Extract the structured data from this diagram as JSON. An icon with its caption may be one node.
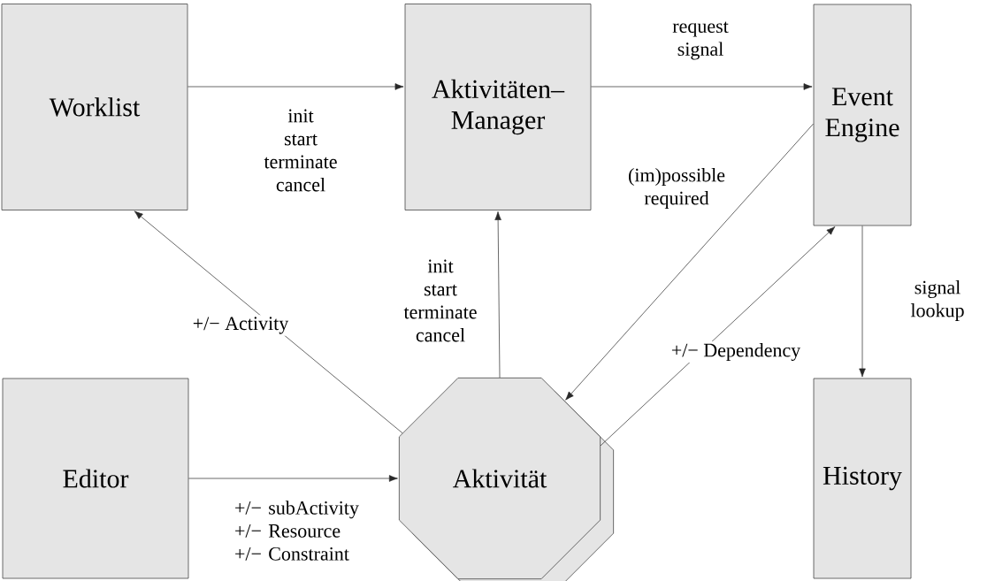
{
  "diagram": {
    "nodes": [
      {
        "text": [
          "Worklist"
        ]
      },
      {
        "text": [
          "Aktivitäten– Manager"
        ]
      },
      {
        "text": [
          "Event Engine"
        ]
      },
      {
        "text": [
          "Editor"
        ]
      },
      {
        "text": [
          "Aktivität"
        ]
      },
      {
        "text": [
          "History"
        ]
      }
    ],
    "edges": [
      {
        "from": 0,
        "to": 1,
        "arrow": "to",
        "label": "init start terminate cancel"
      },
      {
        "from": 1,
        "to": 2,
        "arrow": "to",
        "label": "request signal"
      },
      {
        "from": 2,
        "to": 4,
        "arrow": "to",
        "label": "(im)possible required"
      },
      {
        "from": 4,
        "to": 2,
        "arrow": "to",
        "label": "+/− Dependency"
      },
      {
        "from": 4,
        "to": 0,
        "arrow": "to",
        "label": "+/− Activity"
      },
      {
        "from": 4,
        "to": 1,
        "arrow": "to",
        "label": "init start terminate cancel"
      },
      {
        "from": 3,
        "to": 4,
        "arrow": "to",
        "label": "+/− subActivity +/− Resource +/− Constraint"
      },
      {
        "from": 2,
        "to": 5,
        "arrow": "to",
        "label": "signal lookup"
      }
    ]
  }
}
